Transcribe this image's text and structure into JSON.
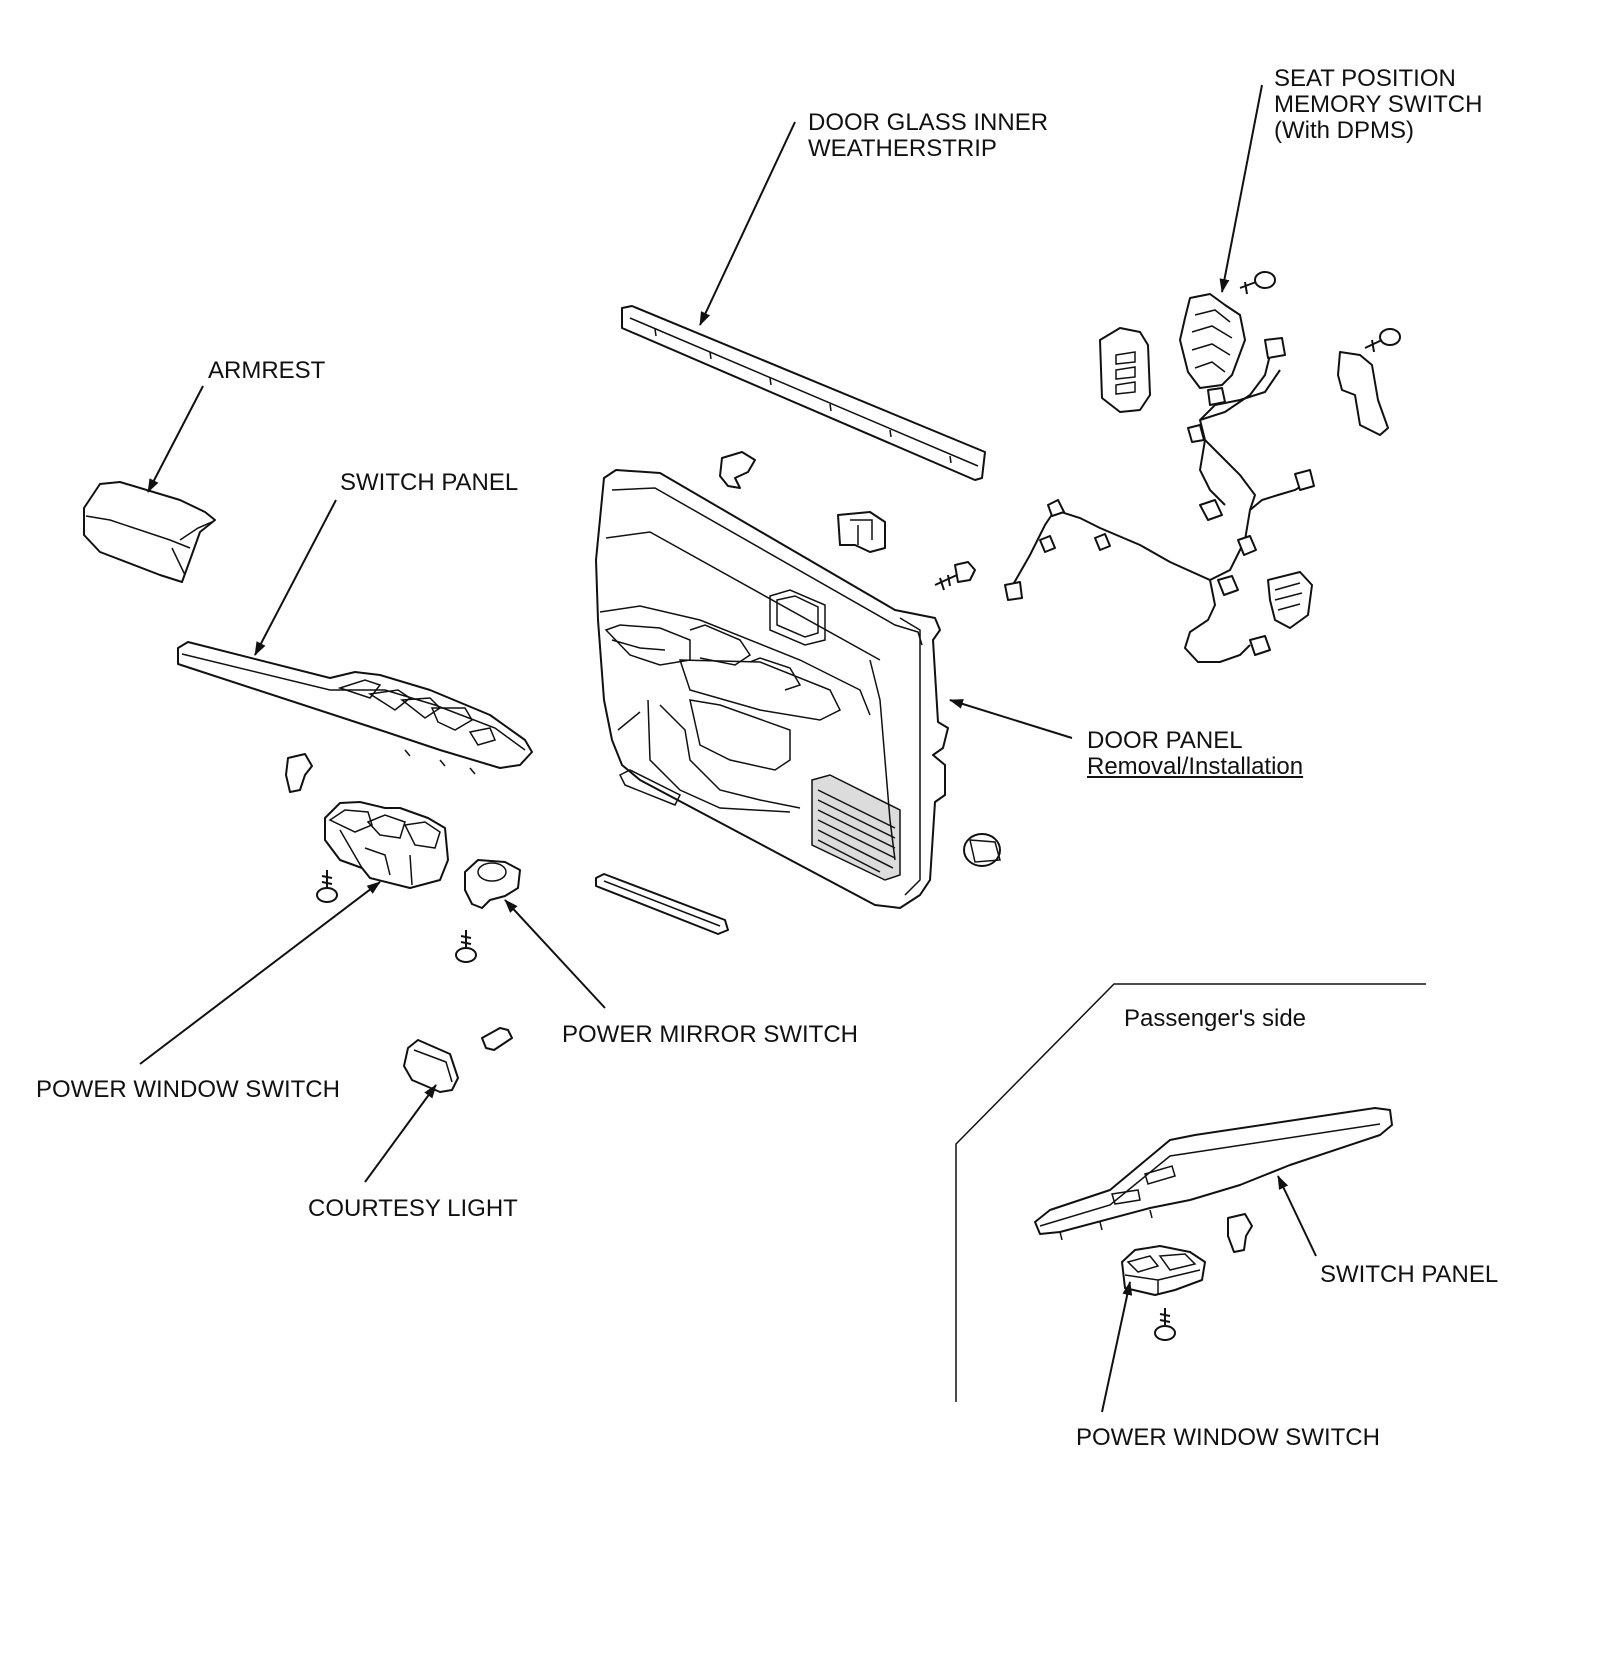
{
  "labels": {
    "door_glass_1": "DOOR GLASS INNER",
    "door_glass_2": "WEATHERSTRIP",
    "seat_1": "SEAT POSITION",
    "seat_2": "MEMORY SWITCH",
    "seat_3": "(With DPMS)",
    "armrest": "ARMREST",
    "switch_panel": "SWITCH PANEL",
    "door_panel": "DOOR PANEL",
    "door_panel_link": "Removal/Installation",
    "power_mirror": "POWER MIRROR SWITCH",
    "power_window": "POWER WINDOW SWITCH",
    "courtesy": "COURTESY LIGHT",
    "passenger_side": "Passenger's side",
    "switch_panel_2": "SWITCH PANEL",
    "power_window_2": "POWER WINDOW SWITCH"
  }
}
